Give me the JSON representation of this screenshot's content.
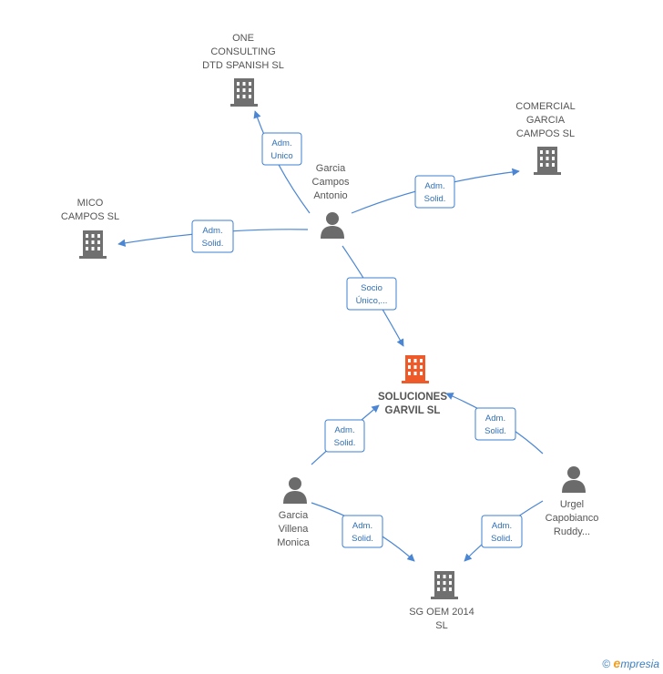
{
  "nodes": {
    "one_consulting": {
      "lines": [
        "ONE",
        "CONSULTING",
        "DTD SPANISH SL"
      ],
      "type": "company"
    },
    "comercial_garcia": {
      "lines": [
        "COMERCIAL",
        "GARCIA",
        "CAMPOS  SL"
      ],
      "type": "company"
    },
    "mico_campos": {
      "lines": [
        "MICO",
        "CAMPOS SL"
      ],
      "type": "company"
    },
    "garcia_campos": {
      "lines": [
        "Garcia",
        "Campos",
        "Antonio"
      ],
      "type": "person"
    },
    "soluciones": {
      "lines": [
        "SOLUCIONES",
        "GARVIL  SL"
      ],
      "type": "company-main"
    },
    "garcia_villena": {
      "lines": [
        "Garcia",
        "Villena",
        "Monica"
      ],
      "type": "person"
    },
    "urgel": {
      "lines": [
        "Urgel",
        "Capobianco",
        "Ruddy..."
      ],
      "type": "person"
    },
    "sg_oem": {
      "lines": [
        "SG OEM 2014",
        "SL"
      ],
      "type": "company"
    }
  },
  "edges": {
    "e1": {
      "lines": [
        "Adm.",
        "Unico"
      ]
    },
    "e2": {
      "lines": [
        "Adm.",
        "Solid."
      ]
    },
    "e3": {
      "lines": [
        "Adm.",
        "Solid."
      ]
    },
    "e4": {
      "lines": [
        "Socio",
        "Único,..."
      ]
    },
    "e5": {
      "lines": [
        "Adm.",
        "Solid."
      ]
    },
    "e6": {
      "lines": [
        "Adm.",
        "Solid."
      ]
    },
    "e7": {
      "lines": [
        "Adm.",
        "Solid."
      ]
    },
    "e8": {
      "lines": [
        "Adm.",
        "Solid."
      ]
    }
  },
  "footer": {
    "copyright": "©",
    "brand_initial": "e",
    "brand_rest": "mpresia"
  },
  "colors": {
    "edge": "#4a86d4",
    "main_company": "#ef5a2b",
    "company": "#707070",
    "person": "#6b6b6b"
  }
}
